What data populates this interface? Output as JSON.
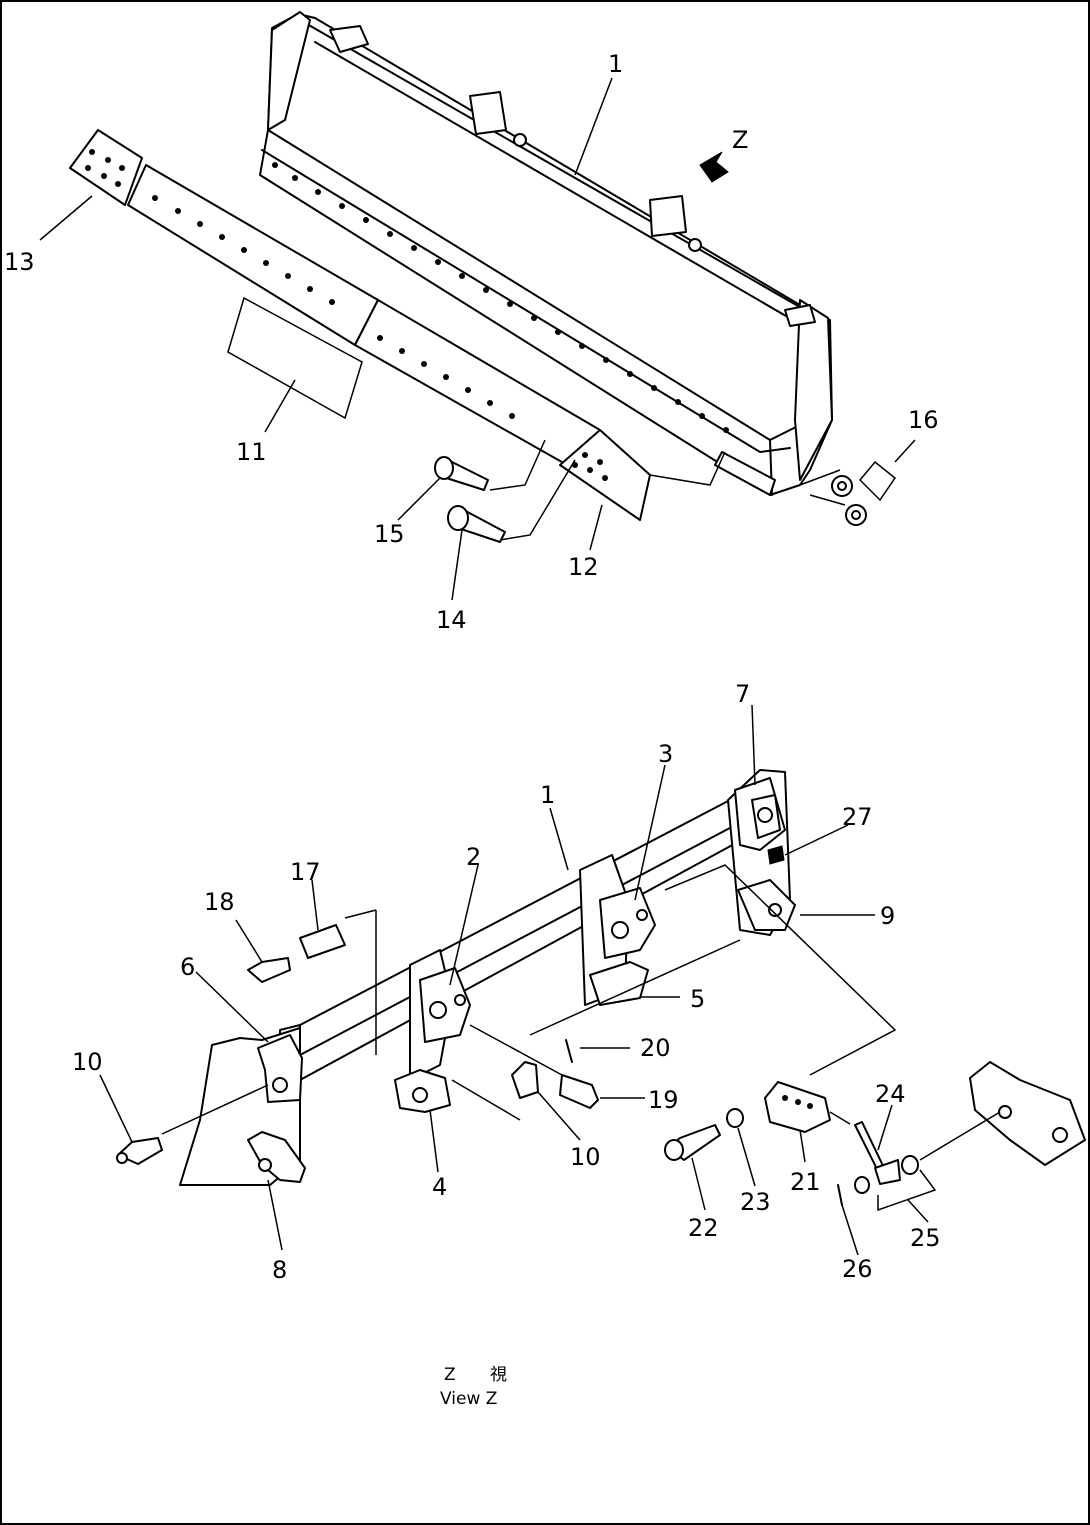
{
  "view_marker": {
    "letter": "Z"
  },
  "caption": {
    "line1_letter": "Z",
    "line1_kanji": "視",
    "line2": "View Z"
  },
  "upper_callouts": [
    "1",
    "11",
    "12",
    "13",
    "14",
    "15",
    "16"
  ],
  "lower_callouts": [
    "1",
    "2",
    "3",
    "4",
    "5",
    "6",
    "7",
    "8",
    "9",
    "10",
    "10",
    "17",
    "18",
    "19",
    "20",
    "21",
    "22",
    "23",
    "24",
    "25",
    "26",
    "27"
  ]
}
